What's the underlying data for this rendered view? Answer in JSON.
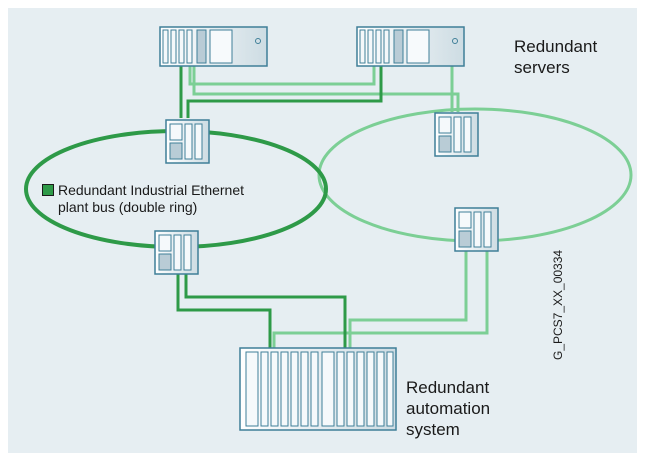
{
  "labels": {
    "servers": [
      "Redundant",
      "servers"
    ],
    "automation": [
      "Redundant",
      "automation",
      "system"
    ],
    "legend": [
      "Redundant Industrial Ethernet",
      "plant bus (double ring)"
    ],
    "doc_id": "G_PCS7_XX_00334"
  },
  "colors": {
    "background": "#e6eef2",
    "frame": "#ffffff",
    "ring_dark": "#2e9a48",
    "ring_light": "#7ccf95",
    "device_fill": "#d6e4ea",
    "device_stroke": "#3f7f98",
    "legend_swatch": "#2e9a48"
  },
  "icons": {
    "server": "rack-server-icon",
    "switch": "network-switch-icon",
    "plc": "automation-rack-icon"
  }
}
